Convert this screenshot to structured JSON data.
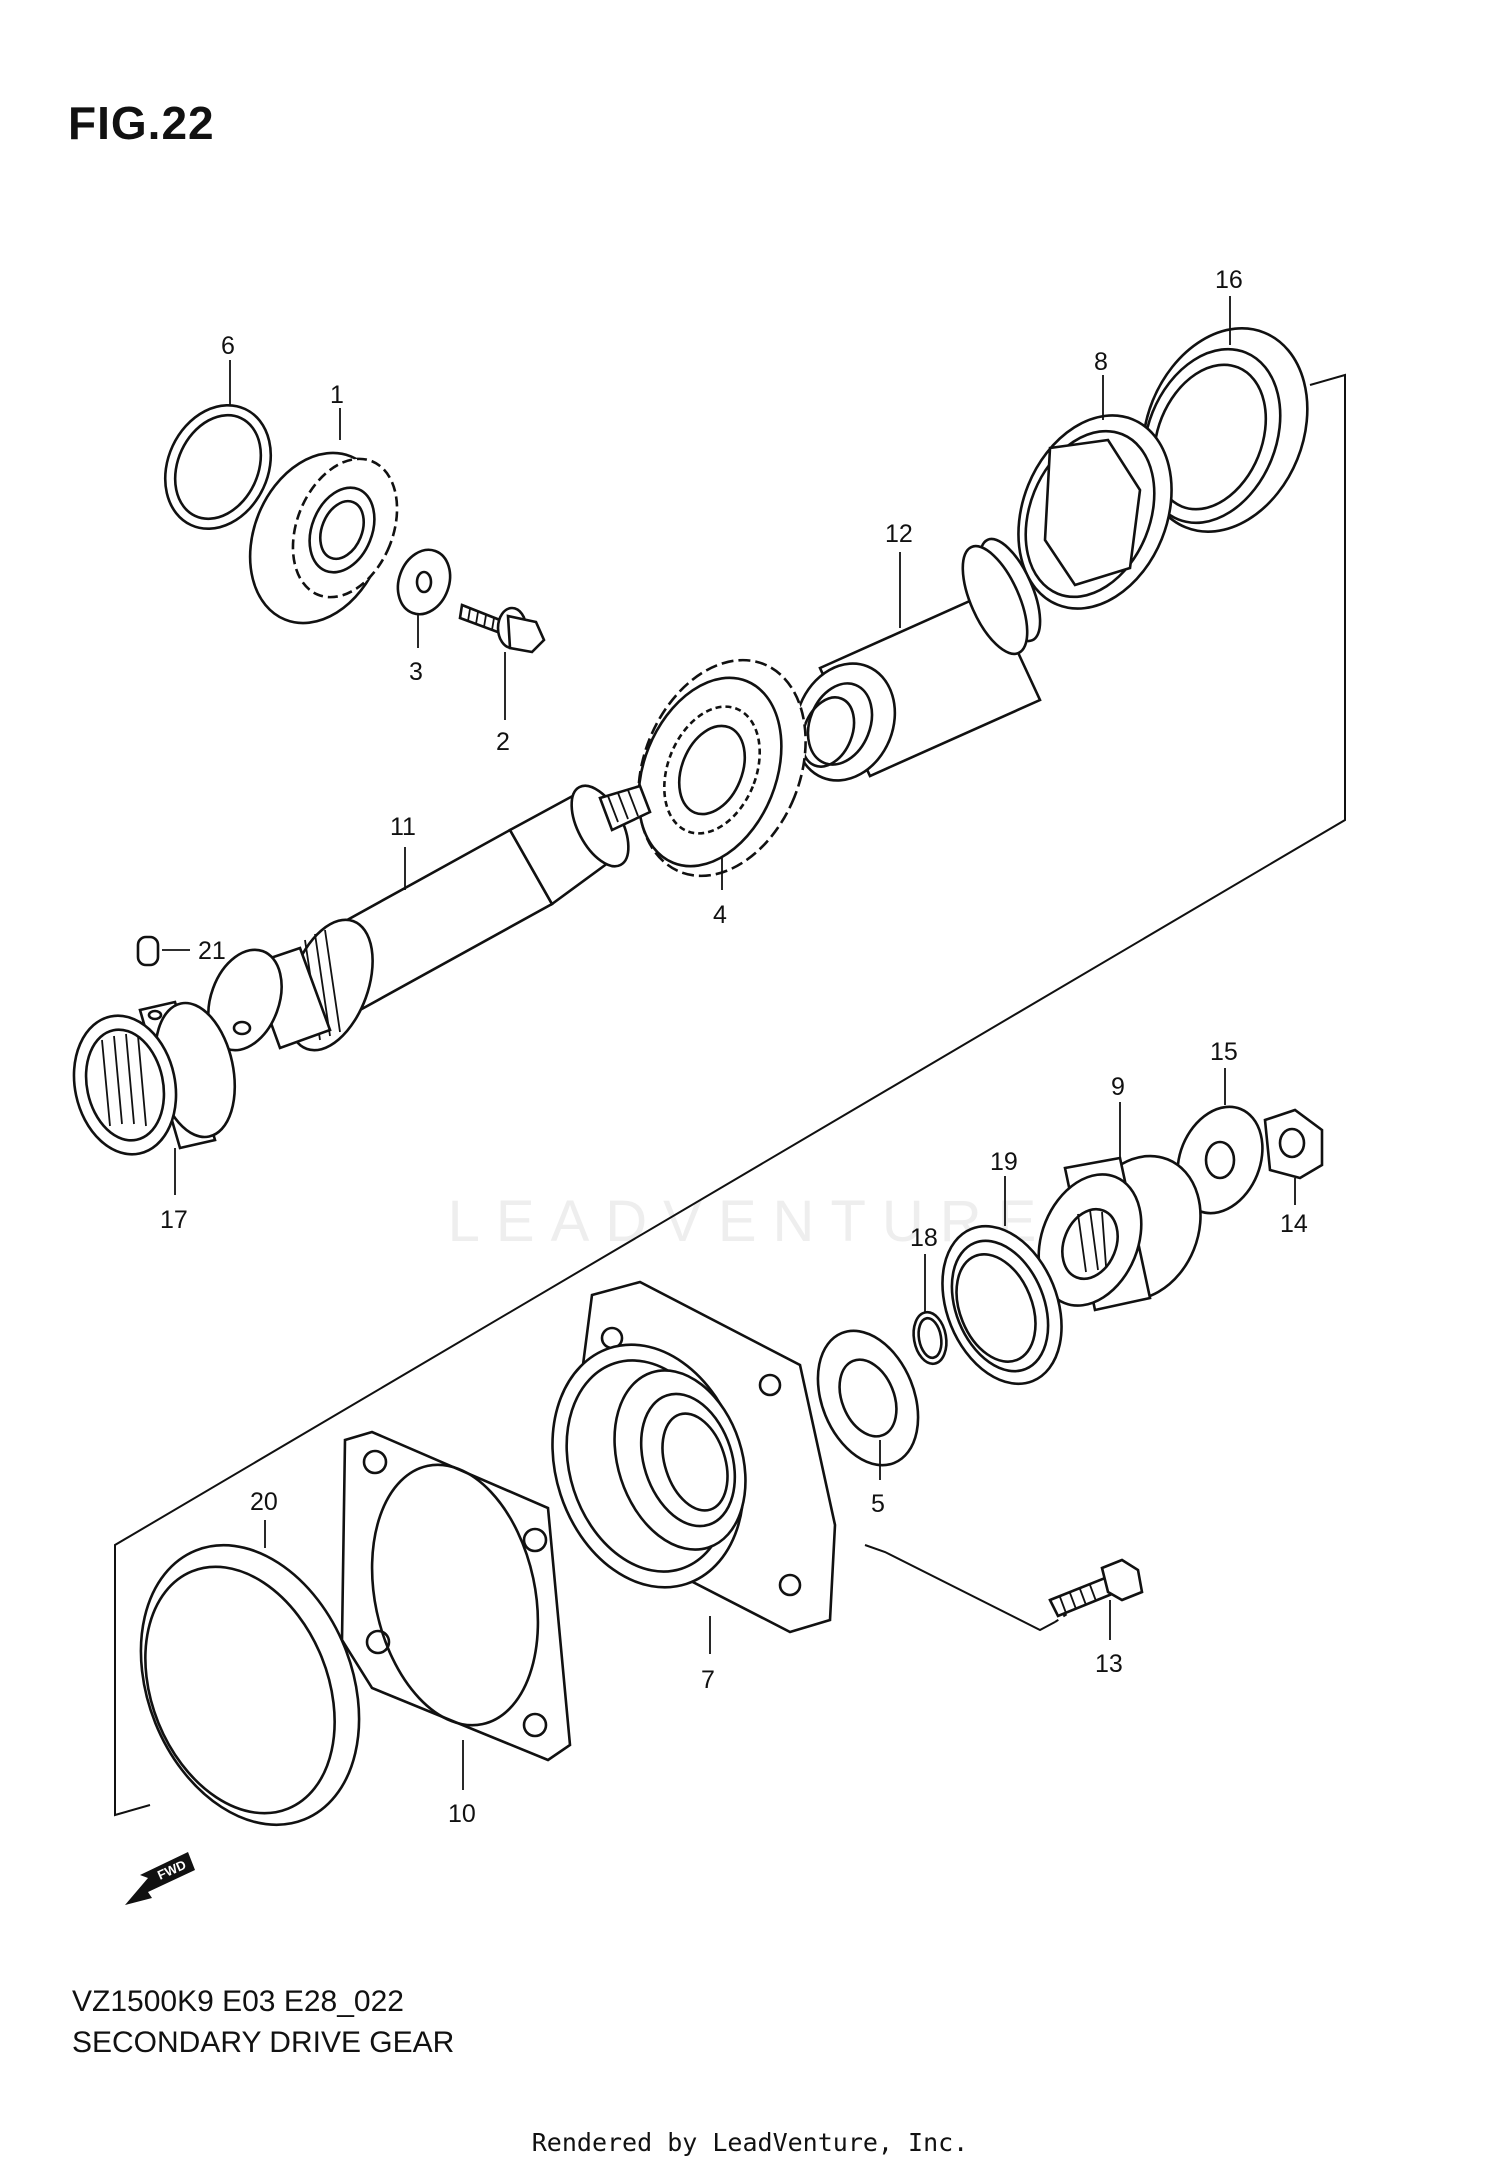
{
  "figure": {
    "title": "FIG.22",
    "model_code": "VZ1500K9 E03 E28_022",
    "name": "SECONDARY DRIVE GEAR",
    "credit": "Rendered by LeadVenture, Inc.",
    "watermark": "LEADVENTURE",
    "fwd_label": "FWD"
  },
  "callouts": [
    {
      "number": "1"
    },
    {
      "number": "2"
    },
    {
      "number": "3"
    },
    {
      "number": "4"
    },
    {
      "number": "5"
    },
    {
      "number": "6"
    },
    {
      "number": "7"
    },
    {
      "number": "8"
    },
    {
      "number": "9"
    },
    {
      "number": "10"
    },
    {
      "number": "11"
    },
    {
      "number": "12"
    },
    {
      "number": "13"
    },
    {
      "number": "14"
    },
    {
      "number": "15"
    },
    {
      "number": "16"
    },
    {
      "number": "17"
    },
    {
      "number": "18"
    },
    {
      "number": "19"
    },
    {
      "number": "20"
    },
    {
      "number": "21"
    }
  ]
}
